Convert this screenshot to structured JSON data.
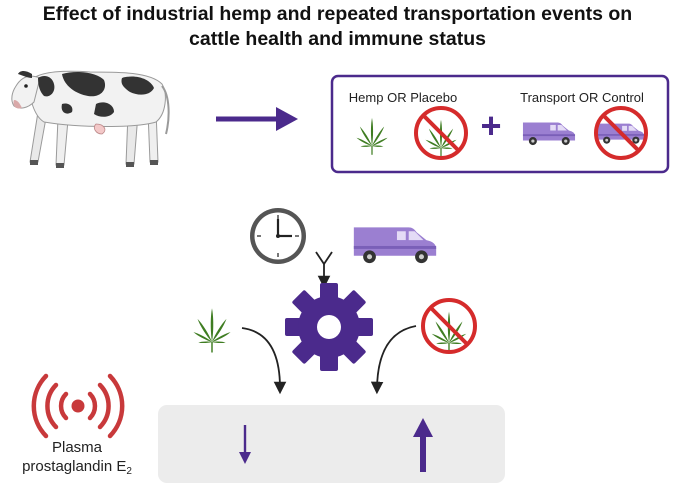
{
  "title": {
    "line1": "Effect of industrial hemp and repeated transportation events on",
    "line2": "cattle health and immune status"
  },
  "treatment_box": {
    "hemp_label": "Hemp OR Placebo",
    "transport_label": "Transport OR Control",
    "plus_symbol": "+"
  },
  "outcome": {
    "label_line1": "Plasma",
    "label_line2": "prostaglandin E",
    "label_subscript": "2",
    "hemp_effect": "decrease",
    "placebo_effect": "increase"
  },
  "colors": {
    "accent_purple": "#4b2a8c",
    "truck_purple": "#9b7fd1",
    "leaf_green": "#3f7d22",
    "prohibit_red": "#d52b2b",
    "signal_red": "#c8393b",
    "panel_gray": "#ececec"
  },
  "icons": [
    "cow-icon",
    "cannabis-leaf-icon",
    "no-cannabis-icon",
    "transport-truck-icon",
    "no-transport-icon",
    "clock-icon",
    "gear-icon",
    "signal-icon"
  ]
}
